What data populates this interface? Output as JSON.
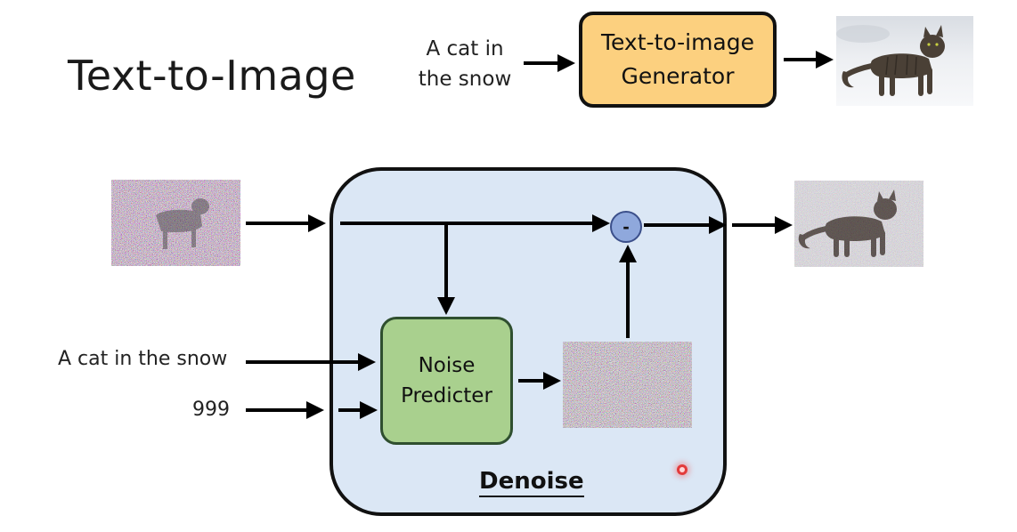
{
  "slide": {
    "title": "Text-to-Image"
  },
  "top_pipeline": {
    "prompt_line1": "A cat in",
    "prompt_line2": "the snow",
    "generator_line1": "Text-to-image",
    "generator_line2": "Generator",
    "generator_color": "#fcd07f"
  },
  "denoise": {
    "label": "Denoise",
    "box_color": "#dbe7f5",
    "noise_predicter_line1": "Noise",
    "noise_predicter_line2": "Predicter",
    "noise_predicter_color": "#a9d08e",
    "subtract_symbol": "-",
    "text_input": "A cat in the snow",
    "step_input": "999"
  },
  "images": {
    "output_cat": "cat-photo",
    "noisy_input": "noisy-cat-image",
    "predicted_noise": "noise-image",
    "denoised_output": "less-noisy-cat-image"
  }
}
